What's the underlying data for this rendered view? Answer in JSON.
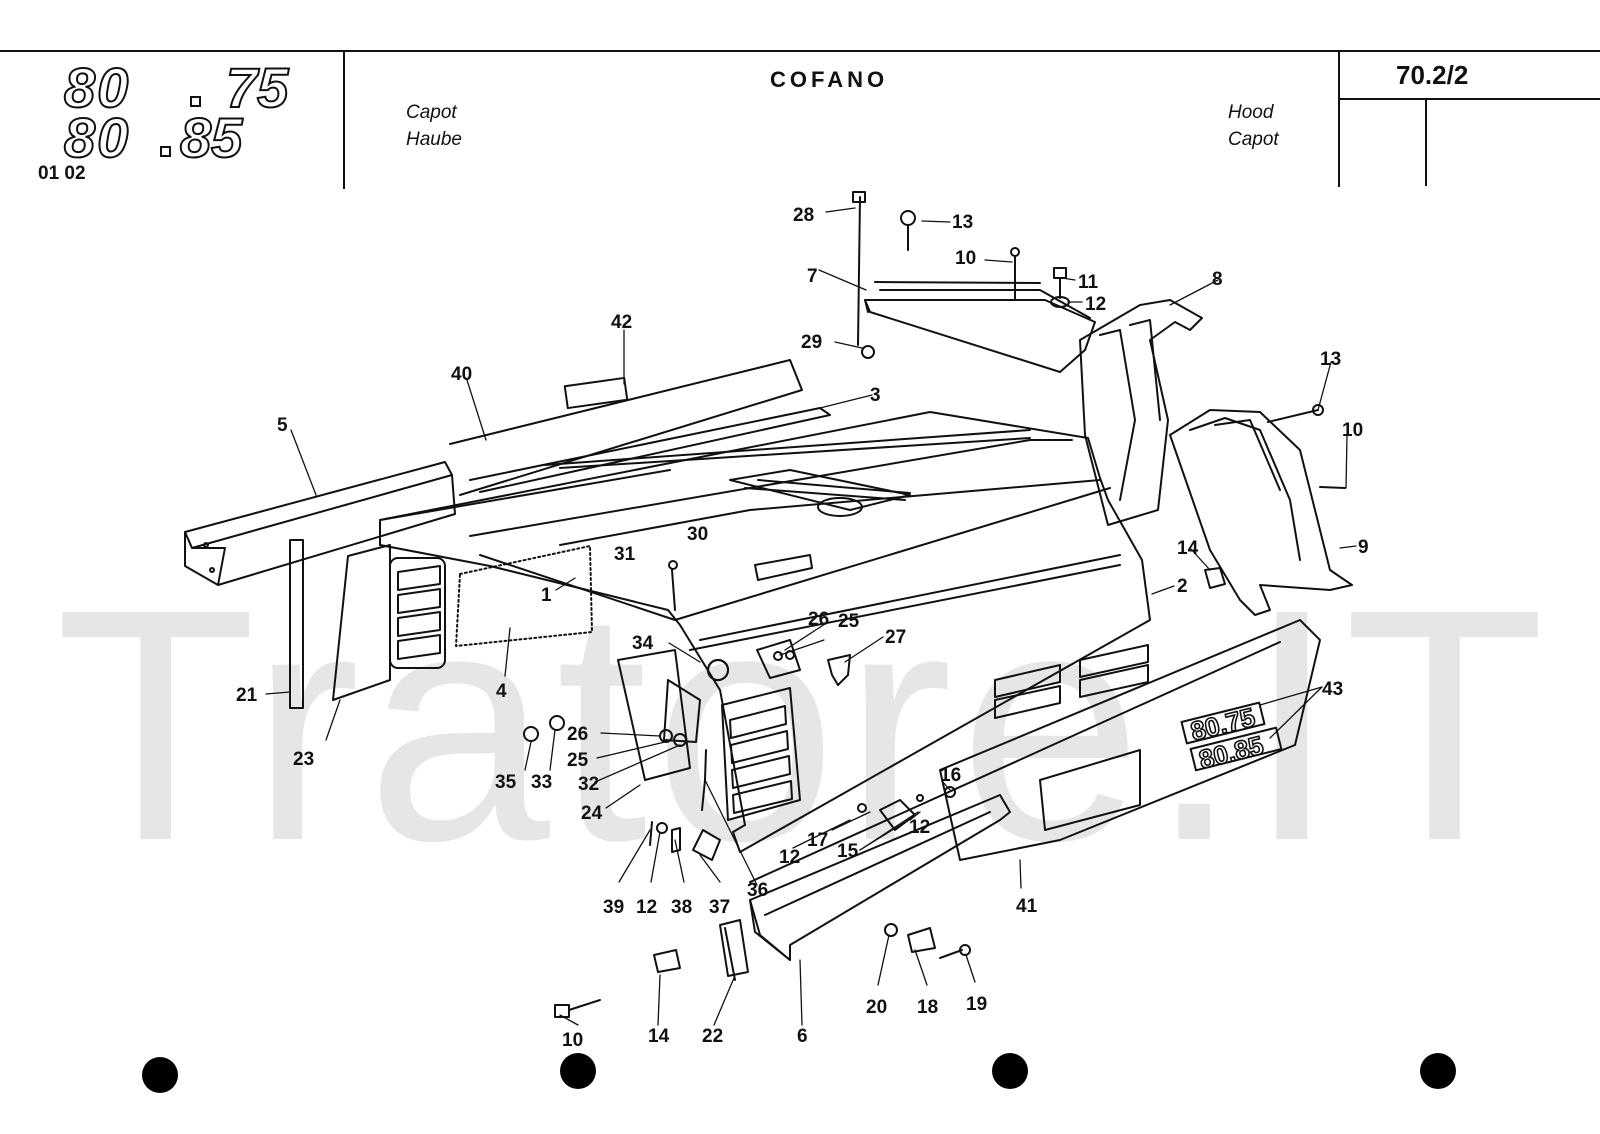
{
  "header": {
    "model_line_1": {
      "series": "80",
      "model": "75"
    },
    "model_line_2": {
      "series": "80",
      "model": "85"
    },
    "code": "01 02",
    "title": "COFANO",
    "subtitle_left": [
      "Capot",
      "Haube"
    ],
    "subtitle_right": [
      "Hood",
      "Capot"
    ],
    "page_number": "70.2/2"
  },
  "watermark": "Tratore.IT",
  "decal": {
    "line1": "80.75",
    "line2": "80.85"
  },
  "callouts": [
    "28",
    "13",
    "10",
    "11",
    "12",
    "7",
    "8",
    "29",
    "42",
    "40",
    "3",
    "5",
    "13",
    "10",
    "9",
    "31",
    "30",
    "14",
    "1",
    "2",
    "21",
    "23",
    "4",
    "34",
    "26",
    "25",
    "27",
    "26",
    "25",
    "32",
    "35",
    "33",
    "24",
    "16",
    "43",
    "12",
    "17",
    "15",
    "12",
    "41",
    "39",
    "12",
    "38",
    "37",
    "36",
    "20",
    "18",
    "19",
    "10",
    "14",
    "22",
    "6"
  ]
}
